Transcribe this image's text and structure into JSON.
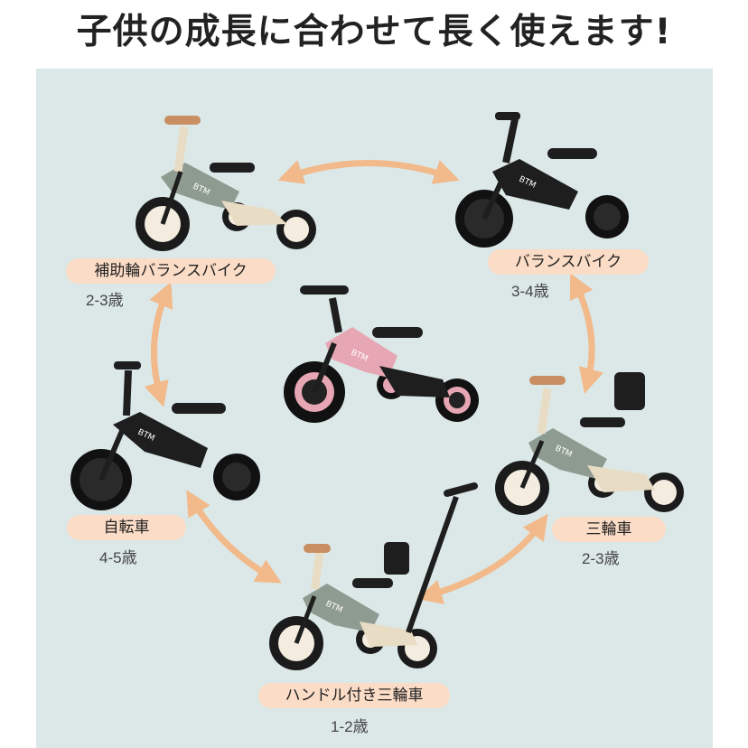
{
  "headline": "子供の成長に合わせて長く使えます!",
  "colors": {
    "background": "#dbe8e7",
    "pill": "#fbdcc6",
    "arrow": "#f2b98a",
    "frame_sage": "#8e9b90",
    "frame_black": "#1e1e1e",
    "frame_pink": "#e7a6b3",
    "wood": "#c98e61",
    "cream": "#e9dcc4"
  },
  "brand": "BTM",
  "stages": [
    {
      "label": "補助輪バランスバイク",
      "age": "2-3歳"
    },
    {
      "label": "バランスバイク",
      "age": "3-4歳"
    },
    {
      "label": "三輪車",
      "age": "2-3歳"
    },
    {
      "label": "ハンドル付き三輪車",
      "age": "1-2歳"
    },
    {
      "label": "自転車",
      "age": "4-5歳"
    }
  ]
}
